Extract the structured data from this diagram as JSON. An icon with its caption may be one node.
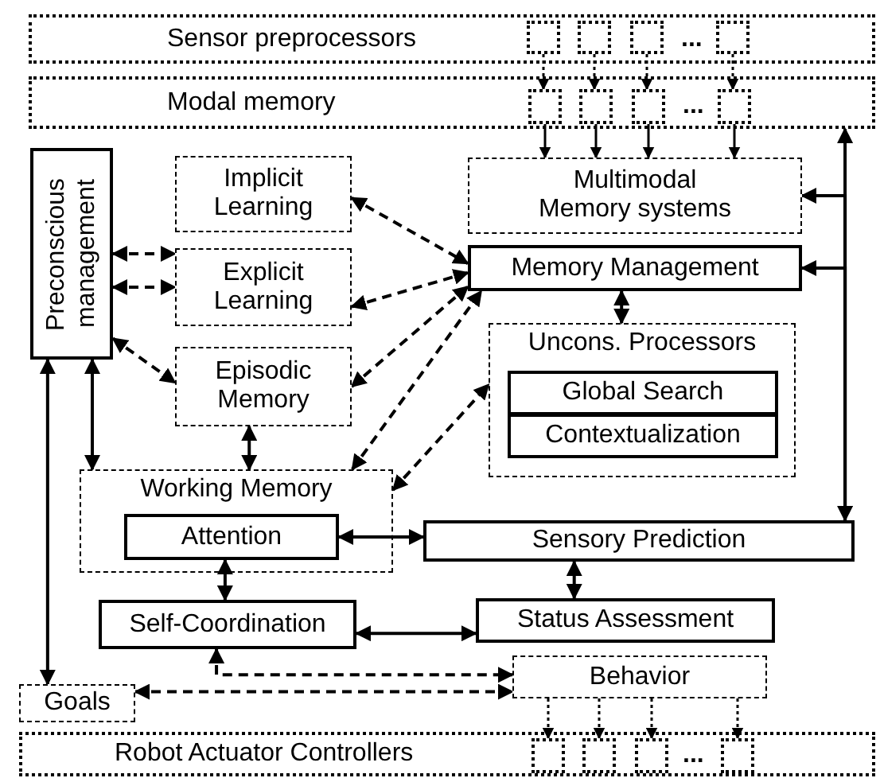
{
  "diagram": {
    "nodes": [
      {
        "text": [
          "Sensor preprocessors"
        ]
      },
      {
        "text": [],
        "shape": "box",
        "in": 0
      },
      {
        "text": [],
        "shape": "box",
        "in": 0
      },
      {
        "text": [],
        "shape": "box",
        "in": 0
      },
      {
        "text": [],
        "shape": "box",
        "in": 0
      },
      {
        "text": [
          "Modal memory"
        ]
      },
      {
        "text": [],
        "shape": "box",
        "in": 5
      },
      {
        "text": [],
        "shape": "box",
        "in": 5
      },
      {
        "text": [],
        "shape": "box",
        "in": 5
      },
      {
        "text": [],
        "shape": "box",
        "in": 5
      },
      {
        "text": [
          "Preconscious management"
        ]
      },
      {
        "text": [
          "Implicit Learning"
        ]
      },
      {
        "text": [
          "Multimodal Memory systems"
        ]
      },
      {
        "text": [
          "Explicit Learning"
        ]
      },
      {
        "text": [
          "Memory Management"
        ]
      },
      {
        "text": [
          "Episodic Memory"
        ]
      },
      {
        "text": [
          "Uncons. Processors"
        ]
      },
      {
        "text": [
          "Global Search"
        ],
        "in": 16
      },
      {
        "text": [
          "Contextualization"
        ],
        "in": 16
      },
      {
        "text": [
          "Working Memory"
        ]
      },
      {
        "text": [
          "Attention"
        ],
        "in": 19
      },
      {
        "text": [
          "Sensory Prediction"
        ]
      },
      {
        "text": [
          "Self-Coordination"
        ]
      },
      {
        "text": [
          "Status Assessment"
        ]
      },
      {
        "text": [
          "Behavior"
        ]
      },
      {
        "text": [
          "Goals"
        ]
      },
      {
        "text": [
          "Robot Actuator Controllers"
        ]
      },
      {
        "text": [],
        "shape": "box",
        "in": 26
      },
      {
        "text": [],
        "shape": "box",
        "in": 26
      },
      {
        "text": [],
        "shape": "box",
        "in": 26
      },
      {
        "text": [],
        "shape": "box",
        "in": 26
      }
    ],
    "edges": [
      {
        "from": 1,
        "to": 6,
        "arrow": "to",
        "style": "dashed"
      },
      {
        "from": 2,
        "to": 7,
        "arrow": "to",
        "style": "dashed"
      },
      {
        "from": 3,
        "to": 8,
        "arrow": "to",
        "style": "dashed"
      },
      {
        "from": 4,
        "to": 9,
        "arrow": "to",
        "style": "dashed"
      },
      {
        "from": 6,
        "to": 12,
        "arrow": "to"
      },
      {
        "from": 7,
        "to": 12,
        "arrow": "to"
      },
      {
        "from": 8,
        "to": 12,
        "arrow": "to"
      },
      {
        "from": 9,
        "to": 12,
        "arrow": "to"
      },
      {
        "from": 10,
        "to": 11,
        "arrow": "both",
        "style": "dashed"
      },
      {
        "from": 10,
        "to": 13,
        "arrow": "both",
        "style": "dashed"
      },
      {
        "from": 10,
        "to": 15,
        "arrow": "both",
        "style": "dashed"
      },
      {
        "from": 11,
        "to": 14,
        "arrow": "both",
        "style": "dashed"
      },
      {
        "from": 13,
        "to": 14,
        "arrow": "both",
        "style": "dashed"
      },
      {
        "from": 15,
        "to": 14,
        "arrow": "both",
        "style": "dashed"
      },
      {
        "from": 19,
        "to": 14,
        "arrow": "both",
        "style": "dashed"
      },
      {
        "from": 19,
        "to": 16,
        "arrow": "both",
        "style": "dashed"
      },
      {
        "from": 14,
        "to": 16,
        "arrow": "both"
      },
      {
        "from": 15,
        "to": 19,
        "arrow": "both"
      },
      {
        "from": 10,
        "to": 19,
        "arrow": "both"
      },
      {
        "from": 10,
        "to": 25,
        "arrow": "both"
      },
      {
        "from": 20,
        "to": 21,
        "arrow": "both"
      },
      {
        "from": 20,
        "to": 22,
        "arrow": "both"
      },
      {
        "from": 21,
        "to": 23,
        "arrow": "both"
      },
      {
        "from": 22,
        "to": 23,
        "arrow": "both"
      },
      {
        "from": 22,
        "to": 24,
        "arrow": "both",
        "style": "dashed"
      },
      {
        "from": 25,
        "to": 24,
        "arrow": "both",
        "style": "dashed"
      },
      {
        "from": 21,
        "to": 5,
        "arrow": "both"
      },
      {
        "from": 21,
        "to": 12,
        "arrow": "to"
      },
      {
        "from": 21,
        "to": 14,
        "arrow": "to"
      },
      {
        "from": 24,
        "to": 27,
        "arrow": "to",
        "style": "dashed"
      },
      {
        "from": 24,
        "to": 28,
        "arrow": "to",
        "style": "dashed"
      },
      {
        "from": 24,
        "to": 29,
        "arrow": "to",
        "style": "dashed"
      },
      {
        "from": 24,
        "to": 30,
        "arrow": "to",
        "style": "dashed"
      }
    ],
    "labels": [
      "...",
      "...",
      "..."
    ]
  }
}
